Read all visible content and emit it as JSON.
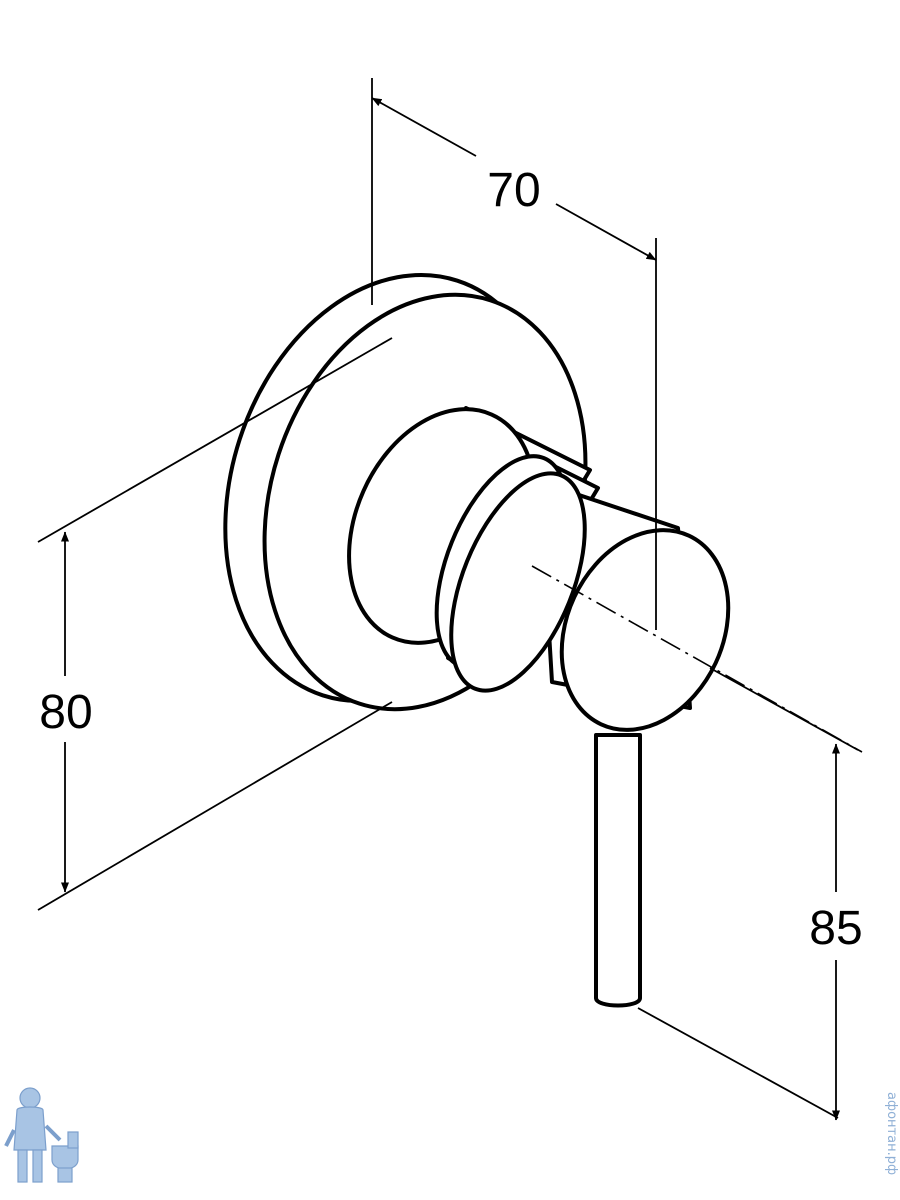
{
  "dimensions": {
    "width": {
      "label": "70"
    },
    "height": {
      "label": "80"
    },
    "lever": {
      "label": "85"
    }
  },
  "watermark": {
    "text": "афонтан.рф",
    "icon": "plumber-mascot-icon"
  },
  "colors": {
    "line": "#000000",
    "background": "#ffffff",
    "watermark": "#8fb0d6"
  }
}
